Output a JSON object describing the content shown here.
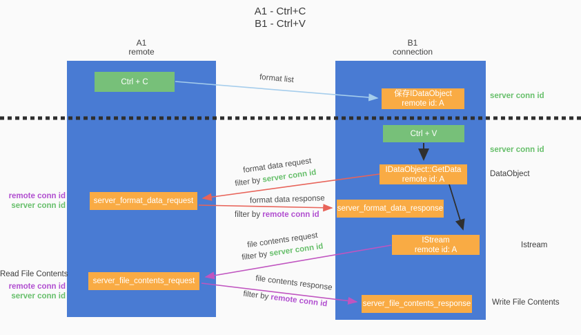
{
  "title": {
    "line1": "A1 - Ctrl+C",
    "line2": "B1 - Ctrl+V"
  },
  "lanes": {
    "a": {
      "line1": "A1",
      "line2": "remote"
    },
    "b": {
      "line1": "B1",
      "line2": "connection"
    }
  },
  "nodes": {
    "ctrl_c": "Ctrl + C",
    "ctrl_v": "Ctrl + V",
    "save_idataobject": {
      "line1": "保存IDataObject",
      "line2": "remote id: A"
    },
    "getdata": {
      "line1": "IDataObject::GetData",
      "line2": "remote id: A"
    },
    "istream": {
      "line1": "IStream",
      "line2": "remote id: A"
    },
    "server_format_data_request": "server_format_data_request",
    "server_format_data_response": "server_format_data_response",
    "server_file_contents_request": "server_file_contents_request",
    "server_file_contents_response": "server_file_contents_response"
  },
  "flow_labels": {
    "format_list": "format list",
    "format_data_request": "format data request",
    "format_data_response": "format data response",
    "file_contents_request": "file contents request",
    "file_contents_response": "file contents response",
    "filter_by": "filter by ",
    "server_conn_id": "server conn id",
    "remote_conn_id": "remote conn id"
  },
  "side_labels": {
    "server_conn_id_top": "server conn id",
    "server_conn_id_mid": "server conn id",
    "dataobject": "DataObject",
    "istream": "Istream",
    "write_file_contents": "Write File Contents",
    "read_file_contents": "Read File Contents",
    "remote_conn_id_format": "remote conn id",
    "server_conn_id_format": "server conn id",
    "remote_conn_id_file": "remote conn id",
    "server_conn_id_file": "server conn id"
  },
  "colors": {
    "lane_blue": "#497bd3",
    "box_orange": "#f9ab44",
    "box_green": "#77c079",
    "arrow_red": "#e8645a",
    "arrow_magenta": "#c055c0",
    "arrow_light_blue": "#a5cdec",
    "arrow_black": "#2f2f2f",
    "text_green": "#67bf6b",
    "text_purple": "#b14fd0",
    "text_dark": "#3c3c3c"
  }
}
